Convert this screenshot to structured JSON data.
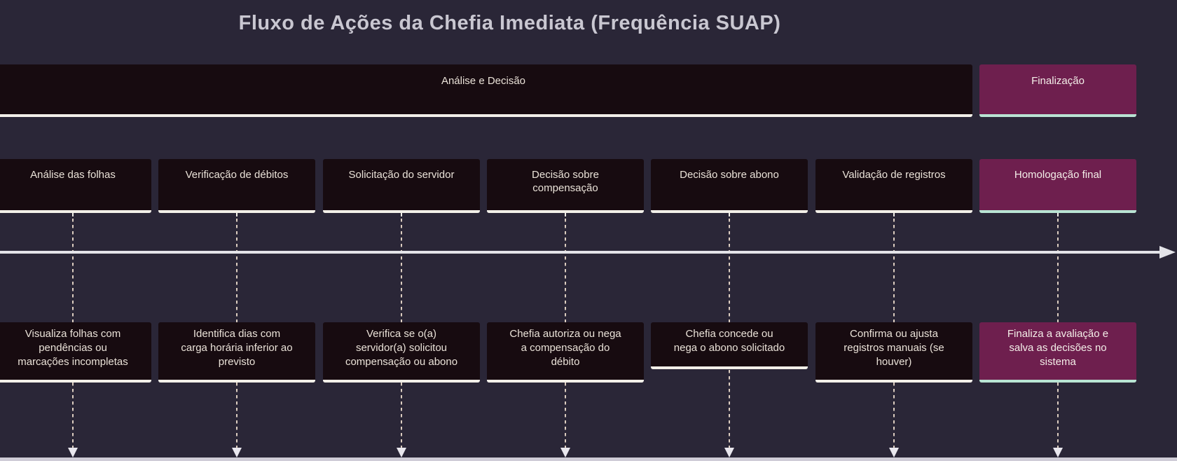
{
  "title": "Fluxo de Ações da Chefia Imediata (Frequência SUAP)",
  "sections": [
    {
      "label": "Análise e Decisão",
      "style": "dark"
    },
    {
      "label": "Finalização",
      "style": "purple"
    }
  ],
  "columns": [
    {
      "section": "Análise e Decisão",
      "stage": "Análise das folhas",
      "detail": "Visualiza folhas com\npendências ou\nmarcações incompletas",
      "highlight": false
    },
    {
      "section": "Análise e Decisão",
      "stage": "Verificação de débitos",
      "detail": "Identifica dias com\ncarga horária inferior ao\nprevisto",
      "highlight": false
    },
    {
      "section": "Análise e Decisão",
      "stage": "Solicitação do servidor",
      "detail": "Verifica se o(a)\nservidor(a) solicitou\ncompensação ou abono",
      "highlight": false
    },
    {
      "section": "Análise e Decisão",
      "stage": "Decisão sobre\ncompensação",
      "detail": "Chefia autoriza ou nega\na compensação do\ndébito",
      "highlight": false
    },
    {
      "section": "Análise e Decisão",
      "stage": "Decisão sobre abono",
      "detail": "Chefia concede ou\nnega o abono solicitado",
      "highlight": false
    },
    {
      "section": "Análise e Decisão",
      "stage": "Validação de registros",
      "detail": "Confirma ou ajusta\nregistros manuais (se\nhouver)",
      "highlight": false
    },
    {
      "section": "Finalização",
      "stage": "Homologação final",
      "detail": "Finaliza a avaliação e\nsalva as decisões no\nsistema",
      "highlight": true
    }
  ],
  "colors": {
    "background": "#2a2637",
    "box_dark": "#170b10",
    "box_purple": "#6e1f4e",
    "border_light": "#f2efe8",
    "border_mint": "#b9e4d3",
    "text_light": "#eae2d8",
    "title_text": "#c9c7d1",
    "dash": "#dccdc0",
    "axis": "#e3e3e8",
    "strip": "#cfccd7"
  }
}
